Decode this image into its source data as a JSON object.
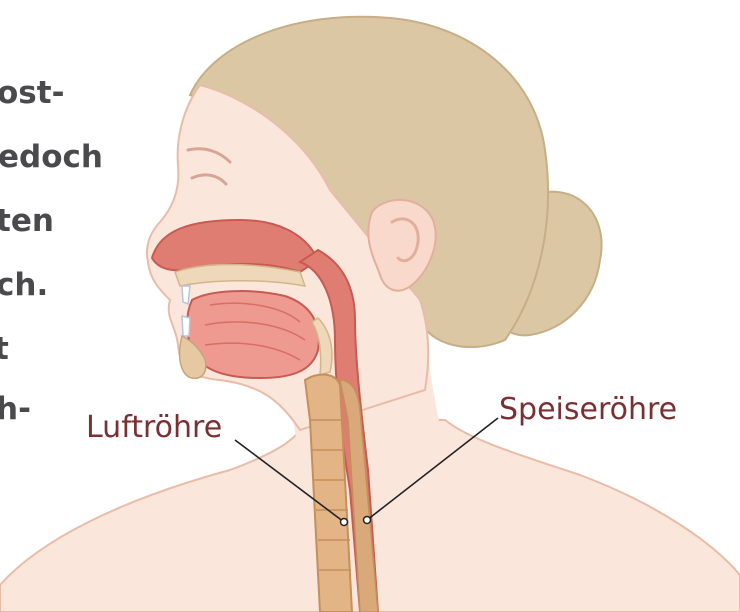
{
  "body_text_lines": [
    "ost-",
    "edoch",
    "ten",
    "ch.",
    "t",
    "h-"
  ],
  "labels": {
    "trachea": "Luftröhre",
    "esophagus": "Speiseröhre"
  },
  "colors": {
    "skin": "#fbe6dc",
    "skin_outline": "#e9bca8",
    "hair": "#dcc7a5",
    "hair_shadow": "#c6ae87",
    "tissue": "#e07d72",
    "tissue_dark": "#c95a52",
    "tissue_light": "#f0a79b",
    "esophagus": "#d9a97a",
    "label_text": "#7a3032",
    "body_text": "#4a4a4c"
  }
}
